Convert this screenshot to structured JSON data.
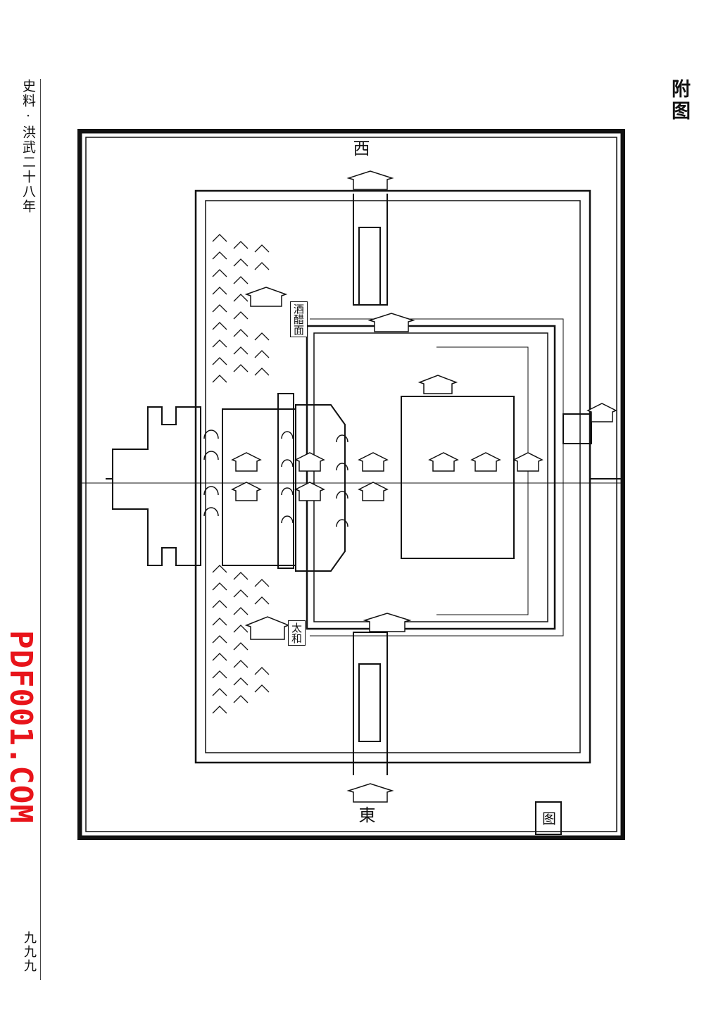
{
  "page": {
    "running_header": "史料·洪武二十八年",
    "section_title": "附图",
    "page_number": "九九九",
    "watermark": "PDF001.COM"
  },
  "map": {
    "label_west": "西",
    "label_east": "東",
    "title_cartouche": "图",
    "cartouche_top": "酒醋面",
    "cartouche_bottom": "太和"
  },
  "colors": {
    "ink": "#111111",
    "watermark": "#e8141a",
    "paper": "#ffffff"
  }
}
